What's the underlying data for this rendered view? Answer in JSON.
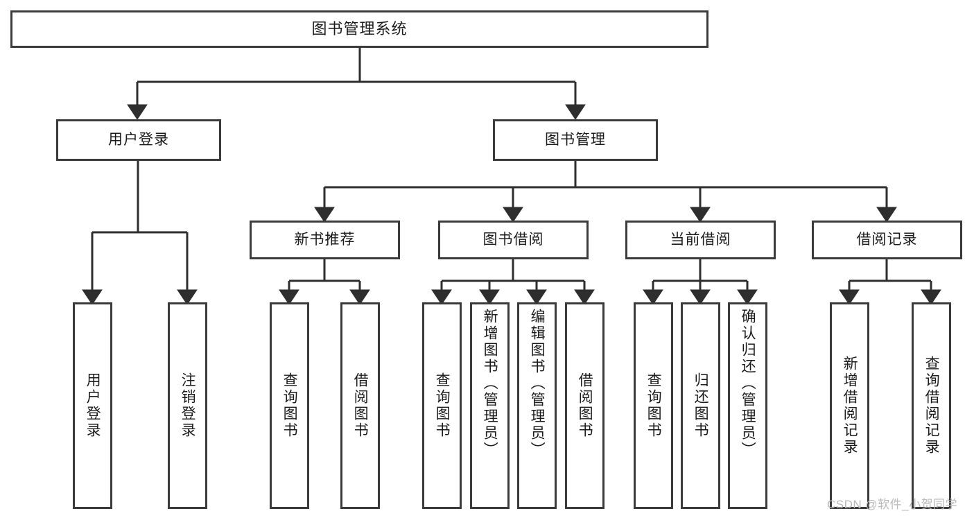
{
  "diagram": {
    "title": "图书管理系统",
    "type": "tree-hierarchy",
    "background_color": "#ffffff",
    "node_border_color": "#3b3b3b",
    "connector_color": "#2e2e2e",
    "text_color": "#1b1b1b"
  },
  "root": {
    "label": "图书管理系统"
  },
  "level2": [
    {
      "label": "用户登录"
    },
    {
      "label": "图书管理"
    }
  ],
  "level3": [
    {
      "label": "新书推荐"
    },
    {
      "label": "图书借阅"
    },
    {
      "label": "当前借阅"
    },
    {
      "label": "借阅记录"
    }
  ],
  "leaves": {
    "user_login": [
      {
        "label": "用户登录"
      },
      {
        "label": "注销登录"
      }
    ],
    "new_book": [
      {
        "label": "查询图书"
      },
      {
        "label": "借阅图书"
      }
    ],
    "book_borrow": [
      {
        "label": "查询图书"
      },
      {
        "label": "新增图书（管理员）"
      },
      {
        "label": "编辑图书（管理员）"
      },
      {
        "label": "借阅图书"
      }
    ],
    "current_borrow": [
      {
        "label": "查询图书"
      },
      {
        "label": "归还图书"
      },
      {
        "label": "确认归还（管理员）"
      }
    ],
    "borrow_record": [
      {
        "label": "新增借阅记录"
      },
      {
        "label": "查询借阅记录"
      }
    ]
  },
  "watermark": {
    "text": "CSDN @软件_小贺同学"
  }
}
